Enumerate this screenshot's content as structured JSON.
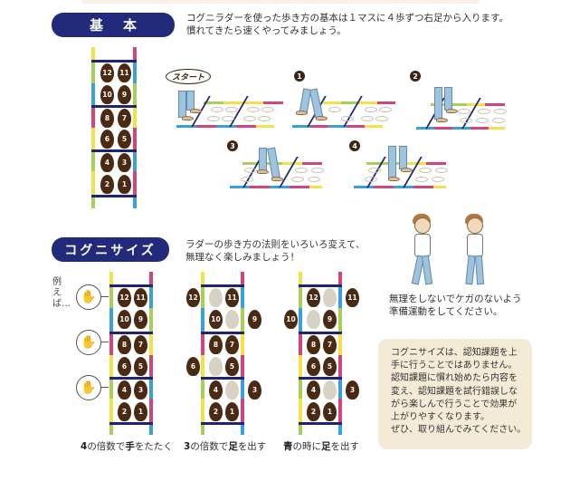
{
  "basic": {
    "badge": "基本",
    "description": [
      "コグニラダーを使った歩き方の基本は１マスに４歩ずつ右足から入ります。",
      "慣れてきたら速くやってみましょう。"
    ],
    "ladder_footprints": [
      "12",
      "11",
      "10",
      "9",
      "8",
      "7",
      "6",
      "5",
      "4",
      "3",
      "2",
      "1"
    ],
    "steps": [
      {
        "label": "スタート"
      },
      {
        "label": "1"
      },
      {
        "label": "2"
      },
      {
        "label": "3"
      },
      {
        "label": "4"
      }
    ]
  },
  "cognicise": {
    "badge": "コグニサイズ",
    "description": [
      "ラダーの歩き方の法則をいろいろ変えて、",
      "無理なく楽しみましょう！"
    ],
    "example_label": "例えば…",
    "examples": [
      {
        "caption_bold": "4",
        "caption_rest": "の倍数で",
        "caption_bold2": "手",
        "caption_end": "をたたく",
        "footprints": [
          "12",
          "11",
          "10",
          "9",
          "8",
          "7",
          "6",
          "5",
          "4",
          "3",
          "2",
          "1"
        ]
      },
      {
        "caption_bold": "3",
        "caption_rest": "の倍数で",
        "caption_bold2": "足",
        "caption_end": "を出す",
        "footprints": [
          "12",
          "11",
          "10",
          "9",
          "8",
          "7",
          "6",
          "5",
          "4",
          "3",
          "2",
          "1"
        ]
      },
      {
        "caption_bold": "青",
        "caption_rest": "の時に",
        "caption_bold2": "足",
        "caption_end": "を出す",
        "footprints": [
          "12",
          "11",
          "10",
          "9",
          "8",
          "7",
          "6",
          "5",
          "4",
          "3",
          "2",
          "1"
        ]
      }
    ]
  },
  "warmup": {
    "text": [
      "無理をしないでケガのないよう",
      "準備運動をしてください。"
    ]
  },
  "info_box": {
    "lines": [
      "コグニサイズは、認知課題を上",
      "手に行うことではありません。",
      "認知課題に慣れ始めたら内容を",
      "変え、認知課題を試行錯誤しな",
      "がら楽しんで行うことで効果が",
      "上がりやすくなります。",
      "ぜひ、取り組んでみてください。"
    ]
  },
  "colors": {
    "badge_navy": "#222a7c",
    "rung_navy": "#1f2470",
    "footprint_brown": "#4b2a14",
    "footprint_ghost": "#d8d2c4",
    "rail_yellow": "#f4e04a",
    "rail_green": "#a8cf5a",
    "rail_blue": "#3aa0dc",
    "rail_pink": "#d0467a",
    "info_box_bg": "#f4ebd7"
  }
}
